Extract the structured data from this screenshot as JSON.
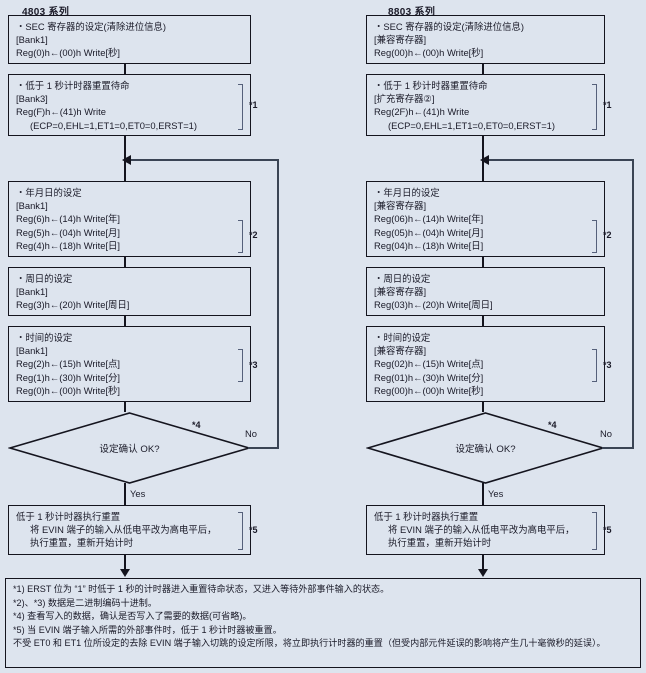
{
  "titles": {
    "left": "4803 系列",
    "right": "8803 系列"
  },
  "notes_markers": {
    "n1": "*1",
    "n2": "*2",
    "n3": "*3",
    "n4": "*4",
    "n5": "*5"
  },
  "edges": {
    "yes": "Yes",
    "no": "No"
  },
  "decision": {
    "label": "设定确认 OK?"
  },
  "left_column": {
    "sec_box": {
      "lines": [
        "・SEC 寄存器的设定(清除进位信息)",
        "[Bank1]",
        "Reg(0)h←(00)h   Write[秒]"
      ]
    },
    "sub1s_box": {
      "lines": [
        "・低于 1 秒计时器重置待命",
        "[Bank3]",
        "Reg(F)h←(41)h   Write",
        "(ECP=0,EHL=1,ET1=0,ET0=0,ERST=1)"
      ]
    },
    "date_box": {
      "lines": [
        "・年月日的设定",
        "[Bank1]",
        "Reg(6)h←(14)h   Write[年]",
        "Reg(5)h←(04)h   Write[月]",
        "Reg(4)h←(18)h   Write[日]"
      ]
    },
    "week_box": {
      "lines": [
        "・周日的设定",
        "[Bank1]",
        "Reg(3)h←(20)h   Write[周日]"
      ]
    },
    "time_box": {
      "lines": [
        "・时间的设定",
        "[Bank1]",
        "Reg(2)h←(15)h   Write[点]",
        "Reg(1)h←(30)h   Write[分]",
        "Reg(0)h←(00)h   Write[秒]"
      ]
    },
    "reset_box": {
      "lines": [
        "低于 1 秒计时器执行重置",
        "将 EVIN 端子的输入从低电平改为高电平后，",
        "执行重置，重新开始计时"
      ]
    }
  },
  "right_column": {
    "sec_box": {
      "lines": [
        "・SEC 寄存器的设定(清除进位信息)",
        "[兼容寄存器]",
        "Reg(00)h←(00)h   Write[秒]"
      ]
    },
    "sub1s_box": {
      "lines": [
        "・低于 1 秒计时器重置待命",
        "[扩充寄存器②]",
        "Reg(2F)h←(41)h   Write",
        "(ECP=0,EHL=1,ET1=0,ET0=0,ERST=1)"
      ]
    },
    "date_box": {
      "lines": [
        "・年月日的设定",
        "[兼容寄存器]",
        "Reg(06)h←(14)h   Write[年]",
        "Reg(05)h←(04)h   Write[月]",
        "Reg(04)h←(18)h   Write[日]"
      ]
    },
    "week_box": {
      "lines": [
        "・周日的设定",
        "[兼容寄存器]",
        "Reg(03)h←(20)h   Write[周日]"
      ]
    },
    "time_box": {
      "lines": [
        "・时间的设定",
        "[兼容寄存器]",
        "Reg(02)h←(15)h   Write[点]",
        "Reg(01)h←(30)h   Write[分]",
        "Reg(00)h←(00)h   Write[秒]"
      ]
    },
    "reset_box": {
      "lines": [
        "低于 1 秒计时器执行重置",
        "将 EVIN 端子的输入从低电平改为高电平后，",
        "执行重置，重新开始计时"
      ]
    }
  },
  "footnotes": {
    "line1": "*1)   ERST 位为 “1” 时低于 1 秒的计时器进入重置待命状态，又进入等待外部事件输入的状态。",
    "line2": "*2)、*3)   数据是二进制编码十进制。",
    "line3": "*4)   查看写入的数据，确认是否写入了需要的数据(可省略)。",
    "line4": "*5)   当 EVIN 端子输入所需的外部事件时，低于 1 秒计时器被重置。",
    "line5": "不受 ET0 和 ET1 位所设定的去除 EVIN 端子输入切跳的设定所限，将立即执行计时器的重置（但受内部元件延误的影响将产生几十毫微秒的延误）。"
  },
  "colors": {
    "background": "#dde4ee",
    "line": "#14141e",
    "connector": "#3a4454"
  }
}
